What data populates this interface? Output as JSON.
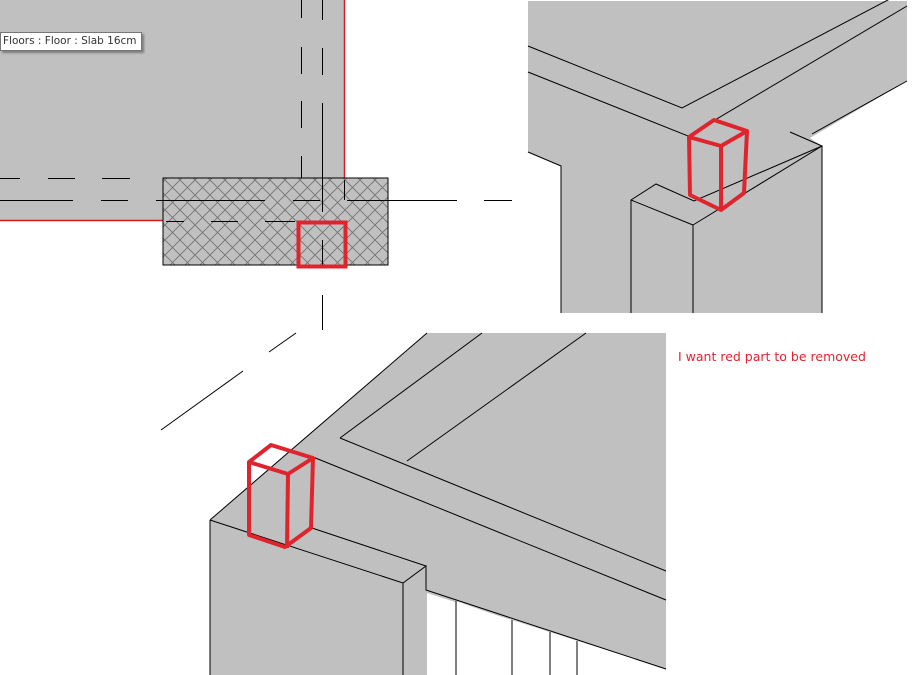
{
  "plan_view": {
    "tooltip": "Floors : Floor : Slab 16cm",
    "element_category": "Floors",
    "element_family": "Floor",
    "element_type": "Slab 16cm"
  },
  "annotation": {
    "note": "I want red part to be removed",
    "note_color": "#e0242e"
  },
  "colors": {
    "model_fill": "#c0c0c0",
    "edge_line": "#000000",
    "highlight_red": "#e0242e",
    "selected_edge": "#d02020",
    "background": "#ffffff"
  },
  "views": [
    {
      "name": "plan-view",
      "description": "Floor plan with hatched column/beam intersection and red box highlight"
    },
    {
      "name": "3d-view-top-right",
      "description": "3D view of slab corner with red box over protruding part"
    },
    {
      "name": "3d-view-bottom",
      "description": "3D view of slab edge and walls with red box over protruding part"
    }
  ]
}
